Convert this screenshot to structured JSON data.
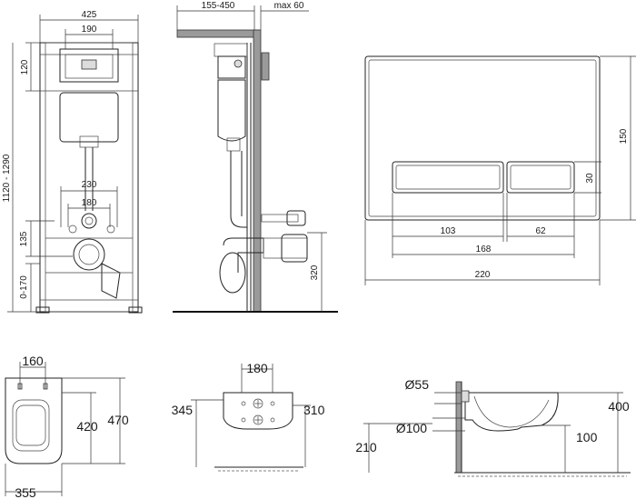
{
  "frame_front": {
    "width": "425",
    "top_plate_width": "190",
    "top_height": "120",
    "total_height": "1120 - 1290",
    "pipe_spacing_outer": "230",
    "pipe_spacing_inner": "180",
    "pipe_height": "135",
    "foot_adjust": "0-170"
  },
  "frame_side": {
    "depth_range": "155-450",
    "max_depth": "max 60",
    "outlet_height": "320"
  },
  "flush_plate": {
    "height": "150",
    "button_height": "30",
    "left_button": "103",
    "right_button": "62",
    "buttons_total": "168",
    "width": "220"
  },
  "bowl_top": {
    "seat_width": "160",
    "inner_length": "420",
    "outer_length": "470",
    "bottom_width": "355"
  },
  "bowl_rear": {
    "top_width": "180",
    "left_height": "345",
    "right_height": "310"
  },
  "bowl_side": {
    "inlet_diameter": "Ø55",
    "outlet_diameter": "Ø100",
    "floor_height": "210",
    "total_height": "400",
    "offset": "100"
  }
}
